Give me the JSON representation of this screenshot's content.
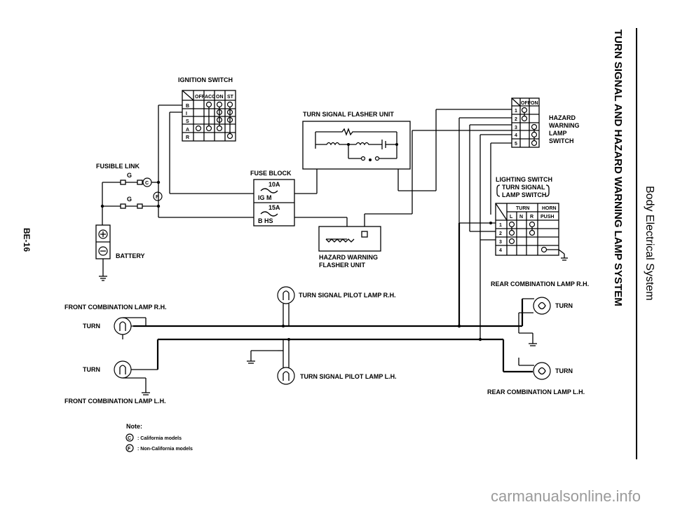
{
  "page": {
    "side_header": "Body Electrical System",
    "title": "TURN SIGNAL AND HAZARD WARNING LAMP SYSTEM",
    "page_number": "BE-16",
    "watermark": "carmanualsonline.info"
  },
  "labels": {
    "ignition_switch": "IGNITION SWITCH",
    "fusible_link": "FUSIBLE LINK",
    "fusible_g1": "G",
    "fusible_g2": "G",
    "battery": "BATTERY",
    "fuse_block": "FUSE BLOCK",
    "fuse_10a": "10A",
    "fuse_10a_terms": "IG    M",
    "fuse_15a": "15A",
    "fuse_15a_terms": "B    HS",
    "flasher_unit": "TURN SIGNAL FLASHER UNIT",
    "hazard_flasher_line1": "HAZARD WARNING",
    "hazard_flasher_line2": "FLASHER UNIT",
    "hazard_switch_line1": "HAZARD",
    "hazard_switch_line2": "WARNING",
    "hazard_switch_line3": "LAMP",
    "hazard_switch_line4": "SWITCH",
    "lighting_switch": "LIGHTING SWITCH",
    "lighting_sub1": "TURN SIGNAL",
    "lighting_sub2": "LAMP SWITCH",
    "pilot_rh": "TURN SIGNAL PILOT LAMP R.H.",
    "pilot_lh": "TURN SIGNAL PILOT LAMP L.H.",
    "front_rh": "FRONT COMBINATION LAMP R.H.",
    "front_lh": "FRONT COMBINATION LAMP L.H.",
    "rear_rh": "REAR COMBINATION LAMP R.H.",
    "rear_lh": "REAR COMBINATION LAMP L.H.",
    "turn_front_upper": "TURN",
    "turn_front_lower": "TURN",
    "turn_rear_upper": "TURN",
    "turn_rear_lower": "TURN",
    "mark_c": "C",
    "mark_f": "F"
  },
  "ignition_table": {
    "headers": [
      "OFF",
      "ACC",
      "ON",
      "ST"
    ],
    "rows": [
      "B",
      "I",
      "S",
      "A",
      "R"
    ]
  },
  "hazard_table": {
    "headers": [
      "OFF",
      "ON"
    ],
    "rows": [
      "1",
      "2",
      "3",
      "4",
      "5"
    ]
  },
  "lighting_table": {
    "group1": "TURN",
    "group2": "HORN",
    "headers": [
      "L",
      "N",
      "R",
      "PUSH"
    ],
    "rows": [
      "1",
      "2",
      "3",
      "4"
    ]
  },
  "notes": {
    "title": "Note:",
    "items": [
      {
        "mark": "C",
        "text": ":  California models"
      },
      {
        "mark": "F",
        "text": ":  Non-California models"
      }
    ]
  }
}
